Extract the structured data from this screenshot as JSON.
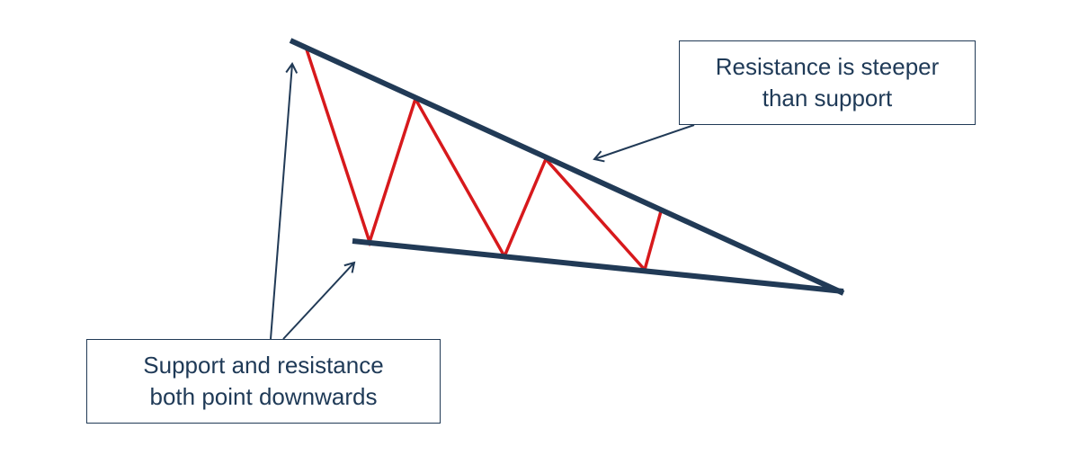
{
  "colors": {
    "trendline": "#213a56",
    "price": "#d7191c",
    "text": "#1f3a57",
    "background": "#ffffff"
  },
  "callouts": {
    "resistance": {
      "line1": "Resistance is steeper",
      "line2": "than support"
    },
    "support": {
      "line1": "Support and resistance",
      "line2": "both point downwards"
    }
  }
}
